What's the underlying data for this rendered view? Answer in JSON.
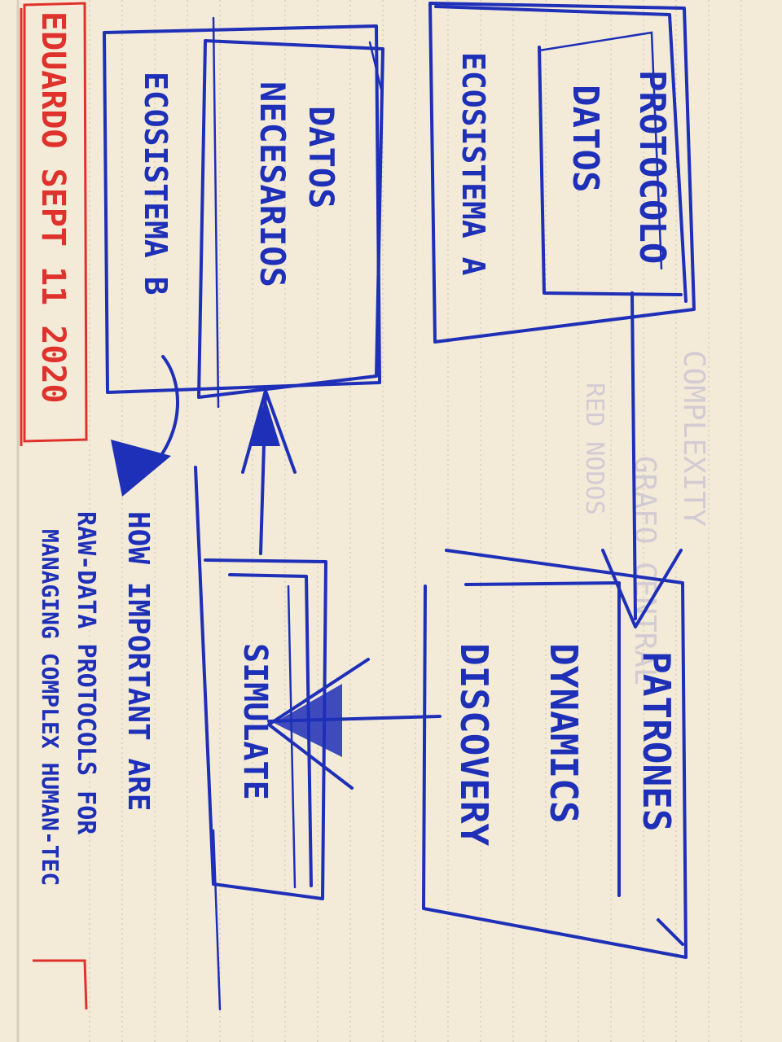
{
  "note": {
    "author_stamp": "EDUARDO SEPT 11 2020",
    "ink_color": "#1e2fb8",
    "stamp_color": "#e0322c",
    "paper_color": "#f3ead8"
  },
  "boxes": {
    "protocolo": {
      "lines": [
        "PROTOCOLO",
        "DATOS",
        "ECOSISTEMA A"
      ]
    },
    "datos_necesarios": {
      "lines": [
        "DATOS",
        "NECESARIOS"
      ]
    },
    "ecosistema_b": {
      "lines": [
        "ECOSISTEMA B"
      ]
    },
    "patrones": {
      "lines": [
        "PATRONES",
        "DYNAMICS",
        "DISCOVERY"
      ]
    },
    "simulate": {
      "lines": [
        "SIMULATE"
      ]
    }
  },
  "caption": {
    "lines": [
      "HOW IMPORTANT ARE",
      "RAW-DATA PROTOCOLS FOR",
      "MANAGING COMPLEX HUMAN-TEC"
    ]
  }
}
